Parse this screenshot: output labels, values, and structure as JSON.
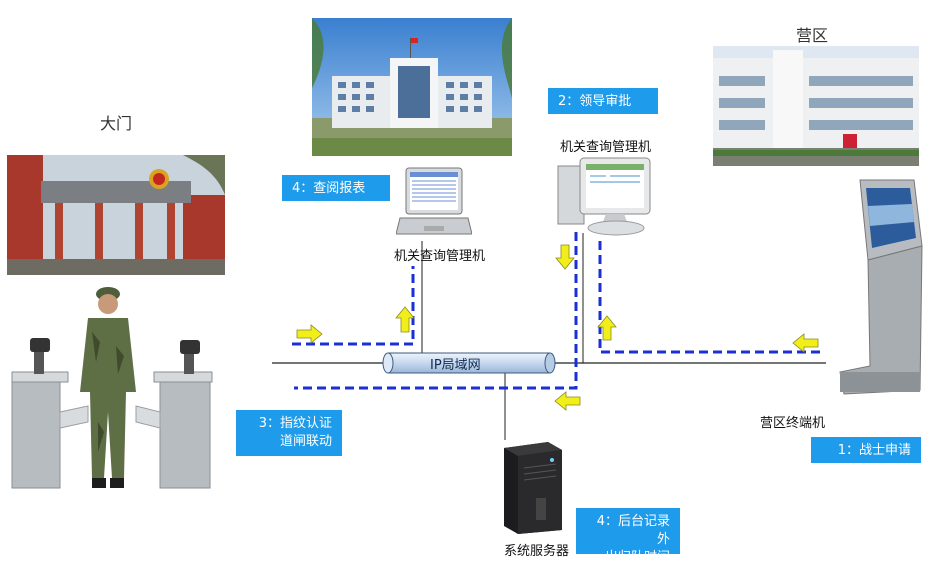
{
  "locations": {
    "gate": "大门",
    "camp": "营区"
  },
  "devices": {
    "office_pc_left": "机关查询管理机",
    "office_pc_right": "机关查询管理机",
    "camp_terminal": "营区终端机",
    "server": "系统服务器"
  },
  "network": {
    "lan_label": "IP局域网"
  },
  "steps": {
    "step1": "1：战士申请",
    "step2": "2：领导审批",
    "step3_line1": "3：指纹认证",
    "step3_line2": "道闸联动",
    "step4_report": "4：查阅报表",
    "step4_server_line1": "4：后台记录外",
    "step4_server_line2": "出归队时间"
  },
  "colors": {
    "step_box": "#1e9bea",
    "flow_dashes": "#1a2fd6",
    "arrow_fill": "#f2ee1a"
  }
}
